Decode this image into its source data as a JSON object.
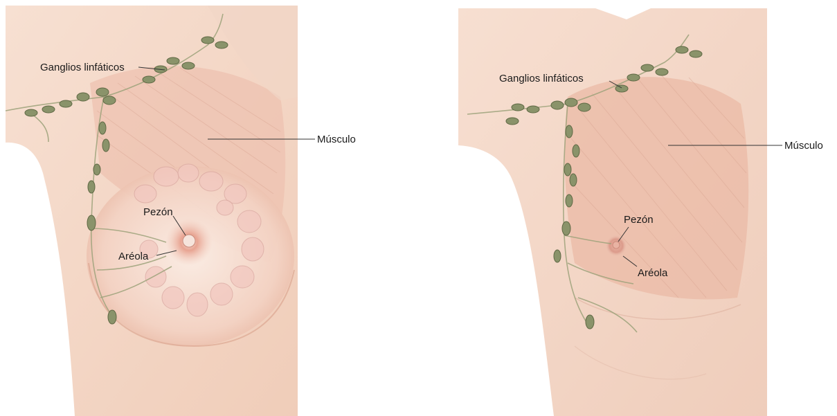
{
  "left_figure": {
    "labels": {
      "lymph_nodes": "Ganglios linfáticos",
      "muscle": "Músculo",
      "nipple": "Pezón",
      "areola": "Aréola"
    }
  },
  "right_figure": {
    "labels": {
      "lymph_nodes": "Ganglios linfáticos",
      "muscle": "Músculo",
      "nipple": "Pezón",
      "areola": "Aréola"
    }
  },
  "colors": {
    "skin": "#f6dccc",
    "skin_shadow": "#e8b8a2",
    "muscle": "#eab7a4",
    "lymph_node": "#8a936a",
    "areola": "#d98a7a",
    "text": "#1a1a1a"
  }
}
